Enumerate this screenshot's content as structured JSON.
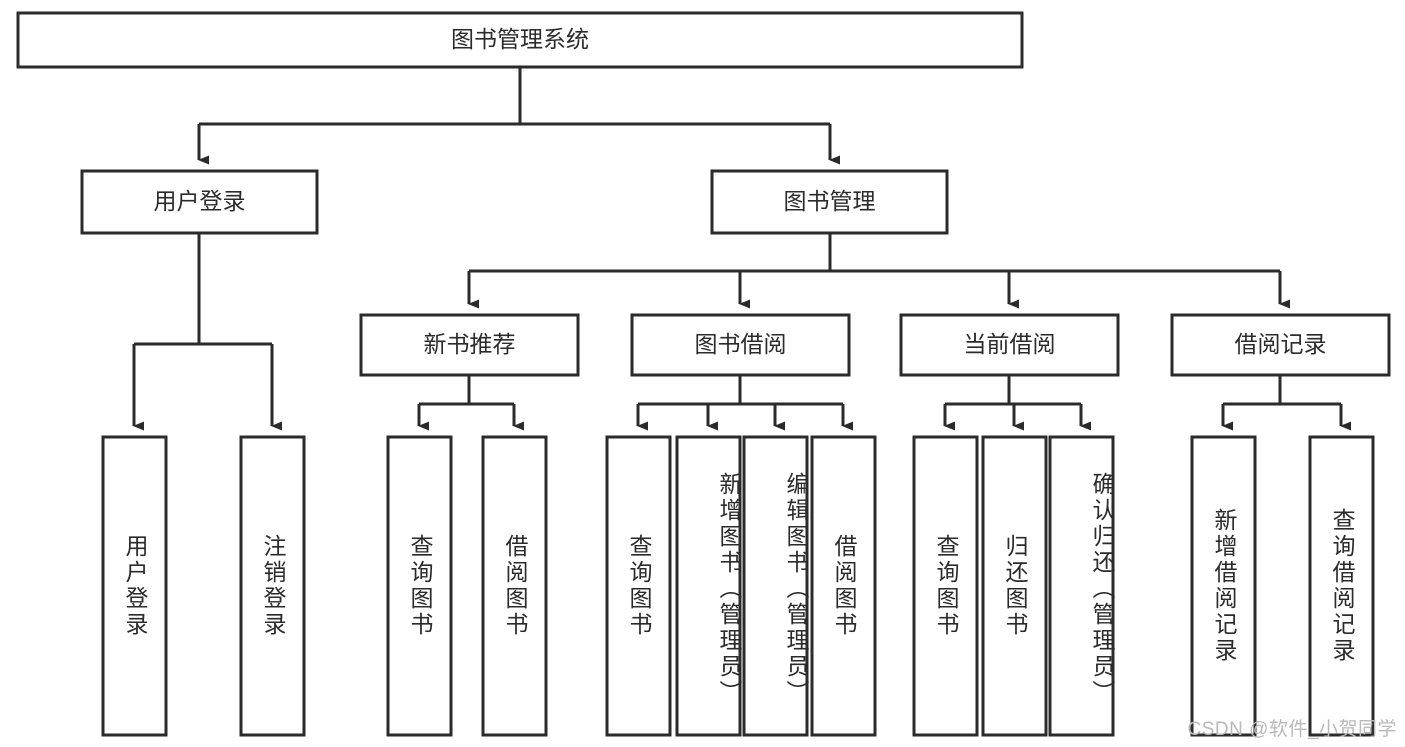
{
  "diagram": {
    "type": "tree-hierarchy",
    "title": "图书管理系统",
    "orientation": "top-down",
    "colors": {
      "box_stroke": "#2b2b2b",
      "box_fill": "#ffffff",
      "text": "#2b2b2b",
      "background": "#ffffff",
      "watermark": "#b9b9b9"
    },
    "root": {
      "label": "图书管理系统"
    },
    "level2": [
      {
        "label": "用户登录"
      },
      {
        "label": "图书管理"
      }
    ],
    "level3": [
      {
        "label": "新书推荐"
      },
      {
        "label": "图书借阅"
      },
      {
        "label": "当前借阅"
      },
      {
        "label": "借阅记录"
      }
    ],
    "leaves": {
      "user_login": [
        {
          "label": "用户登录"
        },
        {
          "label": "注销登录"
        }
      ],
      "new_book_recommend": [
        {
          "label": "查询图书"
        },
        {
          "label": "借阅图书"
        }
      ],
      "book_borrow": [
        {
          "label": "查询图书"
        },
        {
          "label": "新增图书（管理员）"
        },
        {
          "label": "编辑图书（管理员）"
        },
        {
          "label": "借阅图书"
        }
      ],
      "current_borrow": [
        {
          "label": "查询图书"
        },
        {
          "label": "归还图书"
        },
        {
          "label": "确认归还（管理员）"
        }
      ],
      "borrow_record": [
        {
          "label": "新增借阅记录"
        },
        {
          "label": "查询借阅记录"
        }
      ]
    }
  },
  "watermark": {
    "text": "CSDN @软件_小贺同学"
  }
}
